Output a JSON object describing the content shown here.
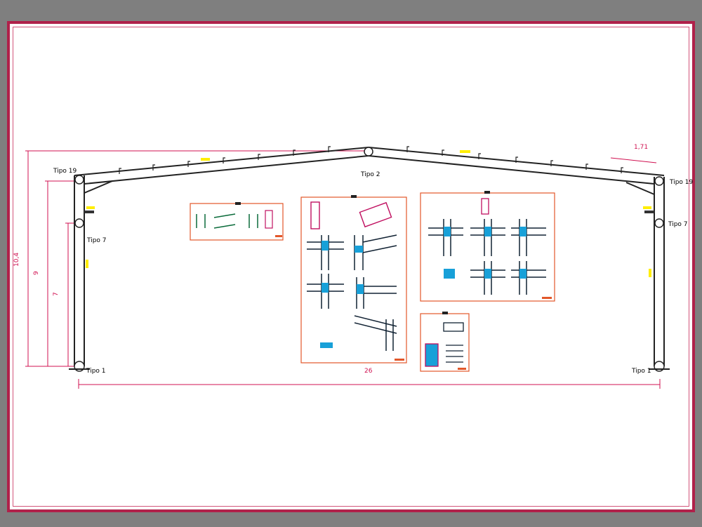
{
  "labels": {
    "left_top": "Tipo 19",
    "right_top": "Tipo 19",
    "ridge": "Tipo 2",
    "left_mid": "Tipo 7",
    "right_mid": "Tipo 7",
    "left_base": "Tipo 1",
    "right_base": "Tipo 1"
  },
  "dimensions": {
    "overall_height": "10,4",
    "eave_height": "9",
    "bracket_height": "7",
    "purlin_spacing": "1,71",
    "detail_width": "26"
  },
  "colors": {
    "background": "#7f7f7f",
    "sheet_border": "#b0214a",
    "dimension": "#d01050",
    "structure": "#222222",
    "panel_border": "#e2572a",
    "highlight": "#ffee00"
  }
}
